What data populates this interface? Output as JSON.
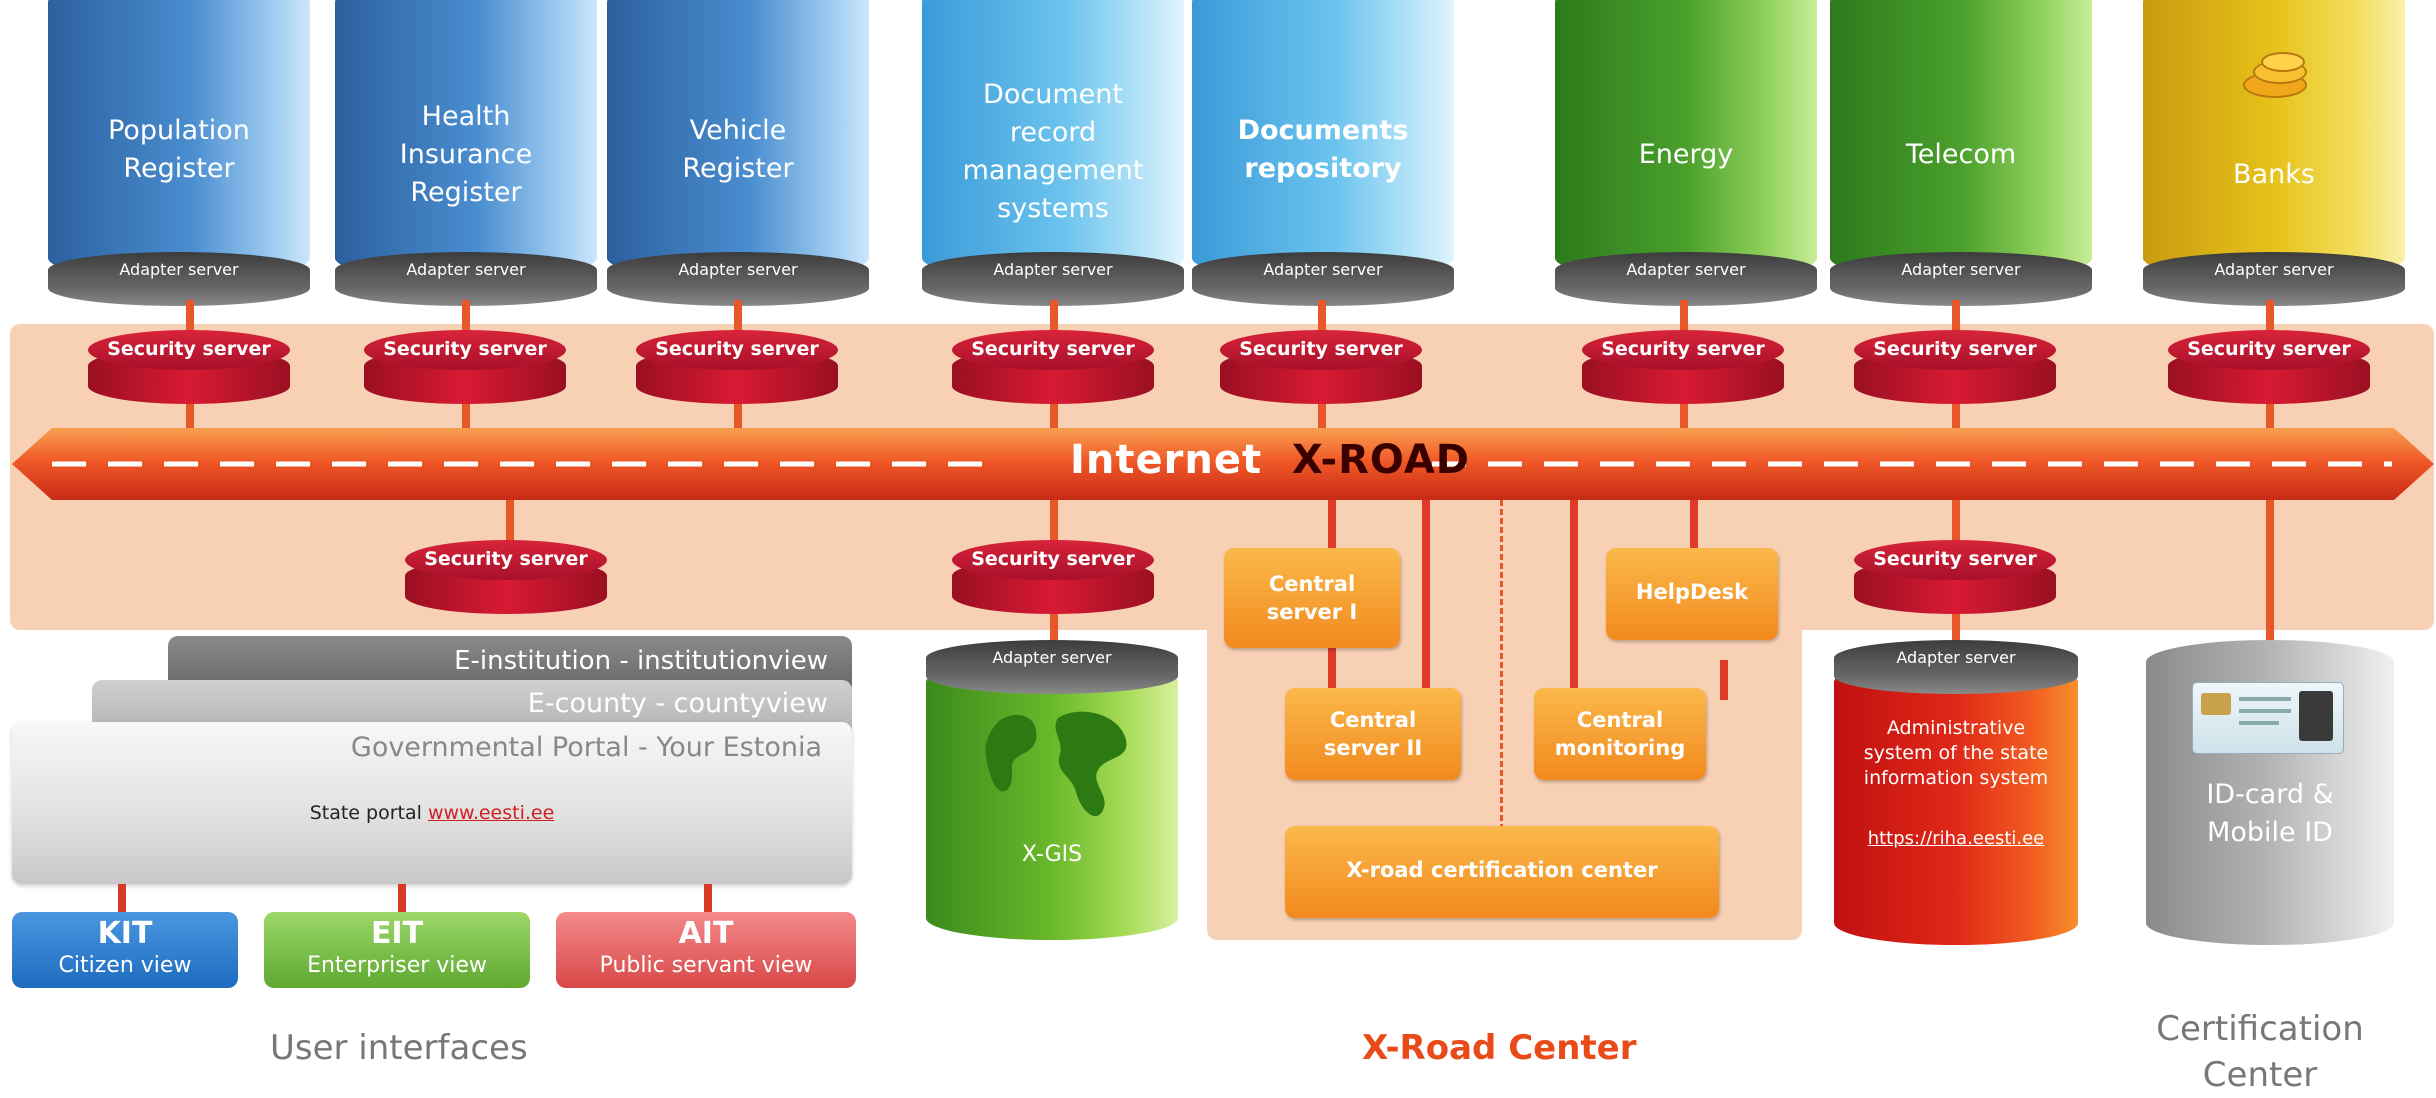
{
  "registers": [
    {
      "name": "Population Register",
      "adapter": "Adapter server"
    },
    {
      "name": "Health Insurance Register",
      "adapter": "Adapter server"
    },
    {
      "name": "Vehicle Register",
      "adapter": "Adapter server"
    },
    {
      "name": "Document record management systems",
      "adapter": "Adapter server"
    },
    {
      "name": "Documents repository",
      "adapter": "Adapter server"
    },
    {
      "name": "Energy",
      "adapter": "Adapter server"
    },
    {
      "name": "Telecom",
      "adapter": "Adapter server"
    },
    {
      "name": "Banks",
      "adapter": "Adapter server"
    }
  ],
  "security_server_label": "Security server",
  "road": {
    "internet": "Internet",
    "xroad": "X-ROAD"
  },
  "center": {
    "central_server_1": "Central server I",
    "central_server_2": "Central server II",
    "helpdesk": "HelpDesk",
    "central_monitoring": "Central monitoring",
    "certification_center": "X-road certification center"
  },
  "xgis": {
    "adapter": "Adapter server",
    "label": "X-GIS"
  },
  "admin_system": {
    "adapter": "Adapter server",
    "text": "Administrative system of the state information system",
    "link": "https://riha.eesti.ee"
  },
  "idcard": {
    "text": "ID-card & Mobile ID"
  },
  "portal": {
    "institution": "E-institution - institutionview",
    "county": "E-county - countyview",
    "governmental": "Governmental Portal - Your Estonia",
    "state_portal_prefix": "State portal",
    "state_portal_link": "www.eesti.ee"
  },
  "user_interfaces": [
    {
      "code": "KIT",
      "label": "Citizen view"
    },
    {
      "code": "EIT",
      "label": "Enterpriser view"
    },
    {
      "code": "AIT",
      "label": "Public servant view"
    }
  ],
  "captions": {
    "user_interfaces": "User interfaces",
    "xroad_center": "X-Road Center",
    "certification_center": "Certification Center"
  },
  "colors": {
    "register_blue": "#3a7cc0",
    "document_cyan": "#5db8e6",
    "energy_green": "#4aa02c",
    "banks_yellow": "#e6c21a",
    "security_red": "#c8142e",
    "xroad_orange": "#f05a28",
    "center_orange": "#f39a2a",
    "band_peach": "#f8d0b4"
  }
}
